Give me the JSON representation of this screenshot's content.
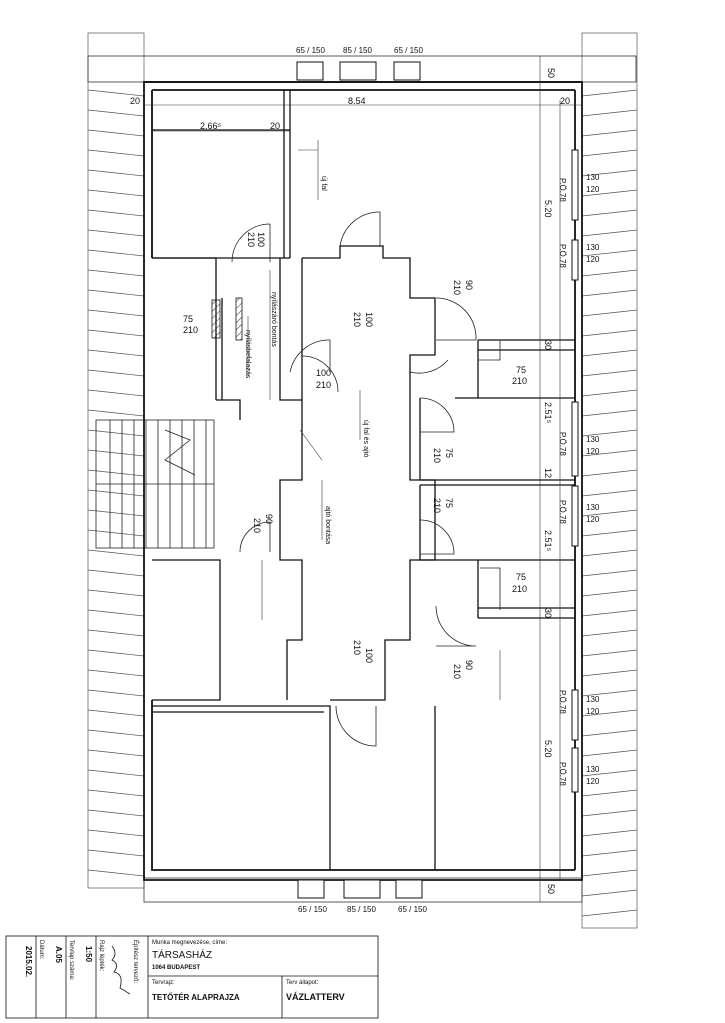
{
  "window_labels": {
    "top": [
      "65 / 150",
      "85 / 150",
      "65 / 150"
    ],
    "bottom": [
      "65 / 150",
      "85 / 150",
      "65 / 150"
    ]
  },
  "dimensions": {
    "right_top_50": "50",
    "right_bottom_50": "50",
    "wall_20_left": "20",
    "wall_20_right": "20",
    "wall_20_inner": "20",
    "span_854": "8.54",
    "span_266": "2.66⁵",
    "height_520_top": "5.20",
    "height_520_bottom": "5.20",
    "dim_30_a": "30",
    "dim_30_b": "30",
    "dim_251_a": "2.51⁵",
    "dim_251_b": "2.51⁵",
    "dim_12": "12"
  },
  "door_labels": {
    "d1_w": "100",
    "d1_h": "210",
    "d2_w": "100",
    "d2_h": "210",
    "d3_w": "90",
    "d3_h": "210",
    "d4_w": "75",
    "d4_h": "210",
    "d5_w": "75",
    "d5_h": "210",
    "d6_w": "100",
    "d6_h": "210",
    "d7_w": "75",
    "d7_h": "210",
    "d8_w": "75",
    "d8_h": "210",
    "d9_w": "90",
    "d9_h": "210",
    "d10_w": "75",
    "d10_h": "210",
    "d11_w": "100",
    "d11_h": "210",
    "d12_w": "90",
    "d12_h": "210"
  },
  "skylights": [
    {
      "type": "P.Ö.78",
      "a": "130",
      "b": "120"
    },
    {
      "type": "P.Ö.78",
      "a": "130",
      "b": "120"
    },
    {
      "type": "P.Ö.78",
      "a": "130",
      "b": "120"
    },
    {
      "type": "P.Ö.78",
      "a": "130",
      "b": "120"
    },
    {
      "type": "P.Ö.78",
      "a": "130",
      "b": "120"
    },
    {
      "type": "P.Ö.78",
      "a": "130",
      "b": "120"
    }
  ],
  "annotations": {
    "uj_fal": "új fal",
    "nyilaszaro_bontas": "nyílászáró bontás",
    "nyilaszaro_falazas": "nyílásbefalazás",
    "uj_fal_es_ajto": "új fal és ajtó",
    "ajto_bontasa": "ajtó bontása"
  },
  "title_block": {
    "project_caption": "Munka megnevezése, címe:",
    "project_name": "TÁRSASHÁZ",
    "address": "1064 BUDAPEST",
    "drawing_caption": "Tervrajz:",
    "drawing_title": "TETŐTÉR ALAPRAJZA",
    "status_caption": "Terv állapot:",
    "status": "VÁZLATTERV",
    "designer_caption": "Építész tervező:",
    "scale_caption": "Rajz lépték:",
    "scale": "1:50",
    "sheet_caption": "Tervlap száma:",
    "sheet": "A.05",
    "date_caption": "Dátum:",
    "date": "2015.02."
  }
}
